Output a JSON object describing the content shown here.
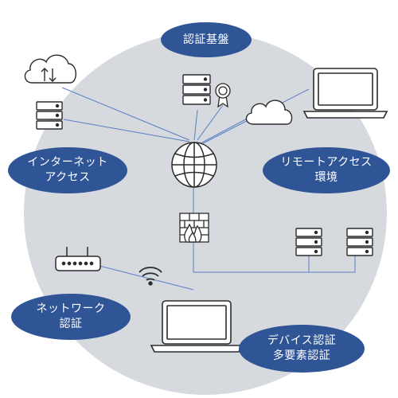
{
  "labels": {
    "auth_infra": "認証基盤",
    "internet_access": "インターネット\nアクセス",
    "remote_access": "リモートアクセス\n環境",
    "network_auth": "ネットワーク\n認証",
    "device_auth": "デバイス認証\n多要素認証"
  },
  "colors": {
    "background_circle": "#d6d9de",
    "label_fill": "#2f5597",
    "label_text": "#ffffff",
    "connector": "#5b7fc4",
    "icon_stroke": "#2b2b2b"
  },
  "icons": {
    "cloud_sync": "cloud-upload-download-icon",
    "cloud": "cloud-icon",
    "server": "server-icon",
    "certificate": "certificate-badge-icon",
    "laptop": "laptop-icon",
    "globe": "globe-icon",
    "firewall": "firewall-icon",
    "router": "router-icon",
    "wifi": "wifi-icon"
  }
}
